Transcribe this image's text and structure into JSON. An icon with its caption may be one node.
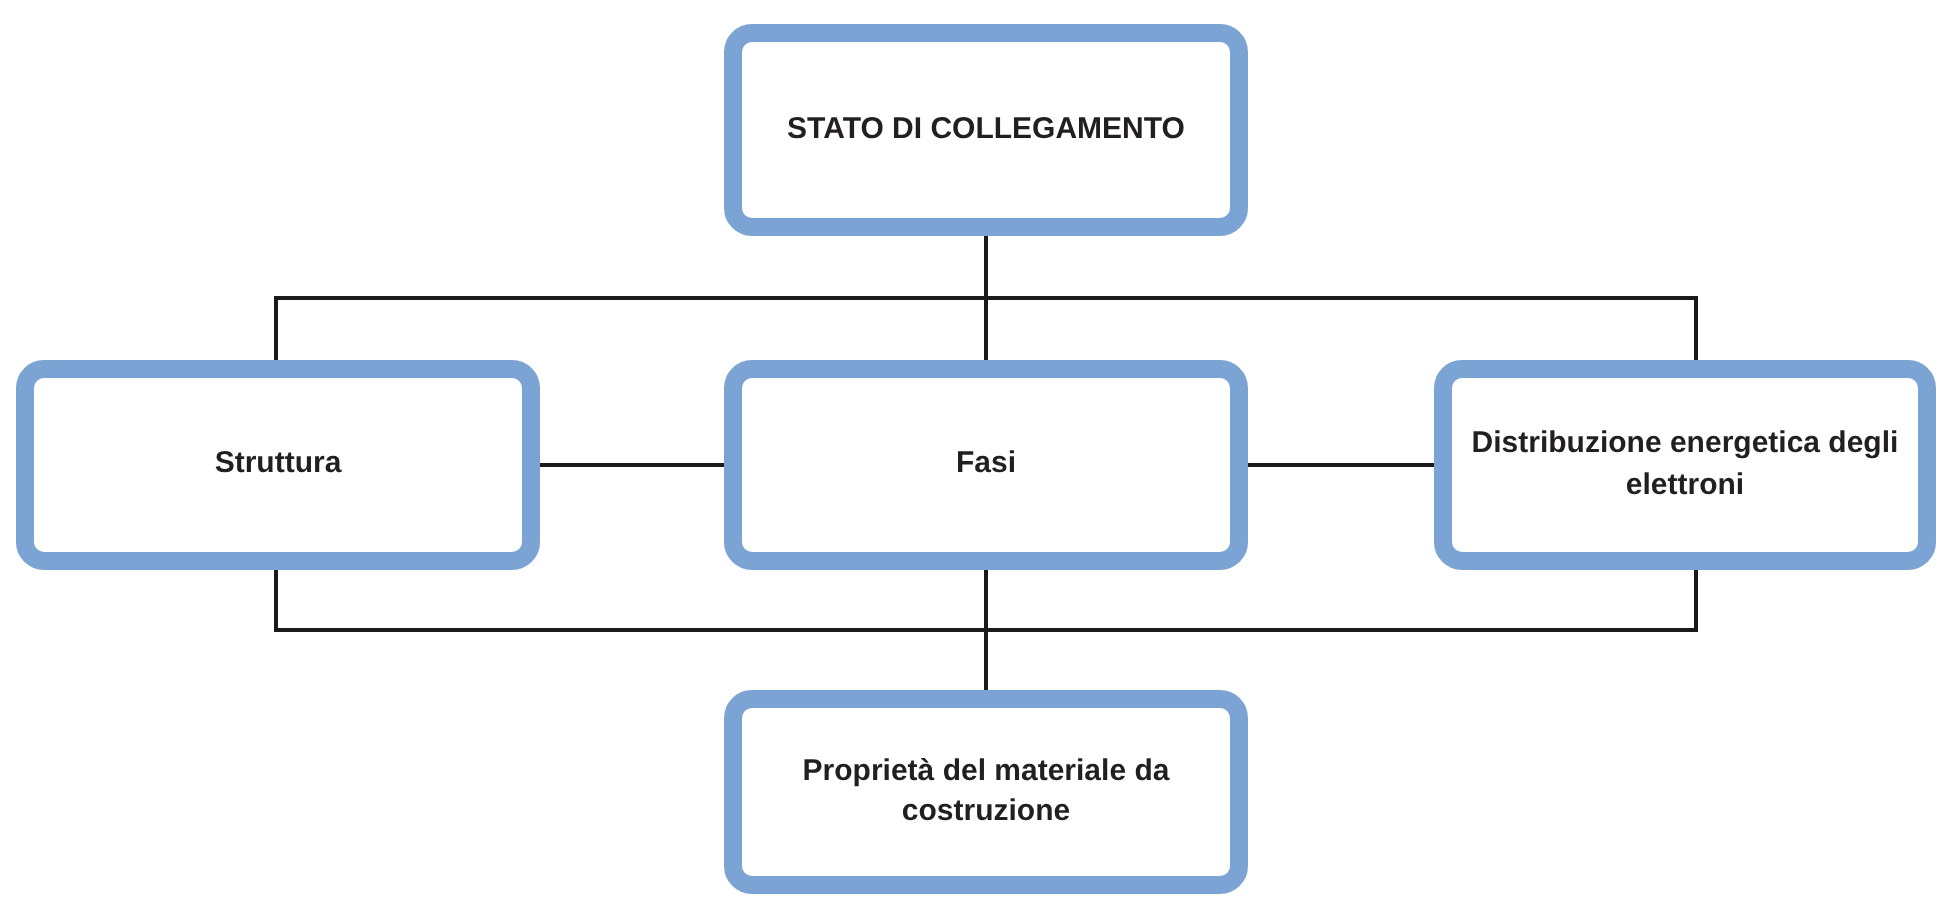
{
  "diagram": {
    "nodes": [
      {
        "text": [
          "STATO DI COLLEGAMENTO"
        ]
      },
      {
        "text": [
          "Struttura"
        ]
      },
      {
        "text": [
          "Fasi"
        ]
      },
      {
        "text": [
          "Distribuzione energetica degli elettroni"
        ]
      },
      {
        "text": [
          "Proprietà del materiale da costruzione"
        ]
      }
    ],
    "edges": [
      {
        "from": 0,
        "to": 1,
        "arrow": "none"
      },
      {
        "from": 0,
        "to": 2,
        "arrow": "none"
      },
      {
        "from": 0,
        "to": 3,
        "arrow": "none"
      },
      {
        "from": 1,
        "to": 2,
        "arrow": "none"
      },
      {
        "from": 2,
        "to": 3,
        "arrow": "none"
      },
      {
        "from": 1,
        "to": 4,
        "arrow": "none"
      },
      {
        "from": 2,
        "to": 4,
        "arrow": "none"
      },
      {
        "from": 3,
        "to": 4,
        "arrow": "none"
      }
    ]
  }
}
